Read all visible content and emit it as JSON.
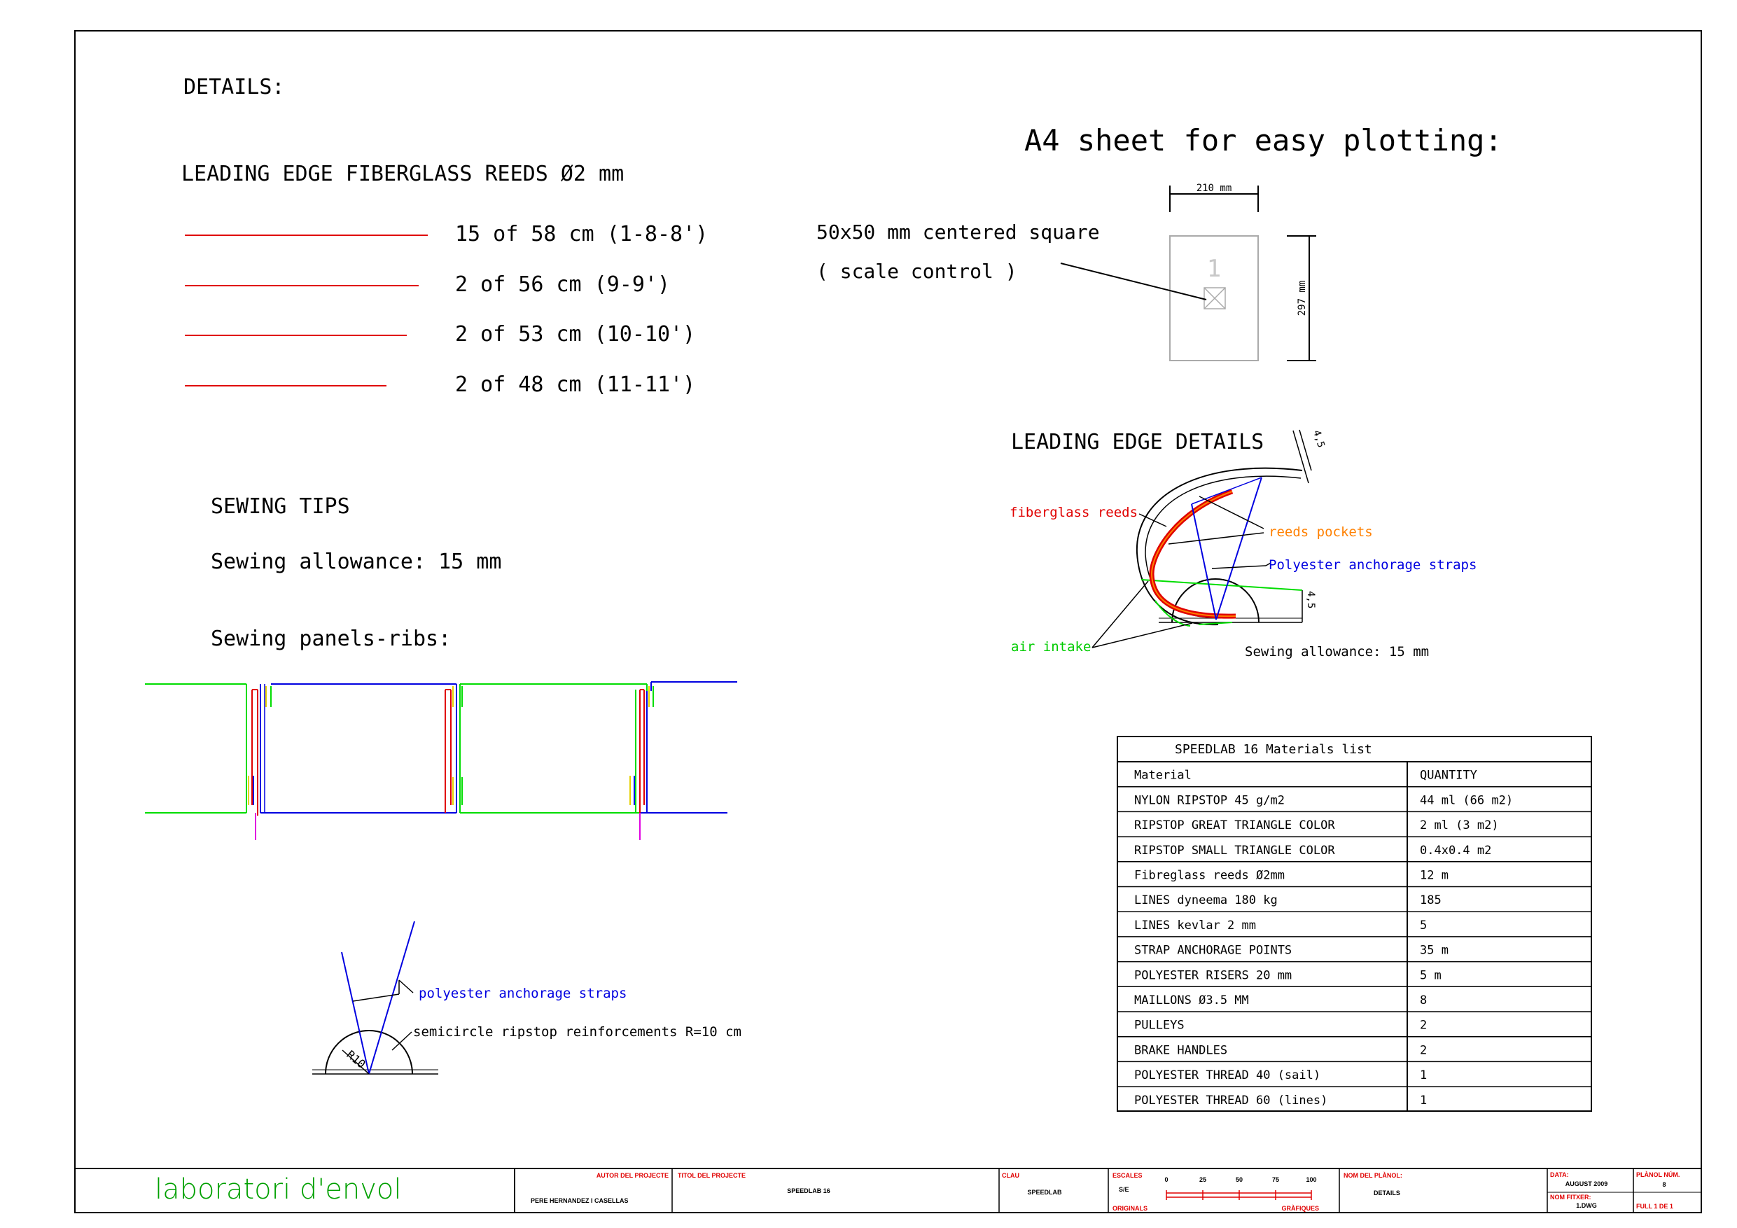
{
  "details_heading": "DETAILS:",
  "reeds": {
    "title": "LEADING EDGE FIBERGLASS REEDS Ø2 mm",
    "items": [
      {
        "label": "15 of 58 cm (1-8-8')"
      },
      {
        "label": "2 of 56 cm (9-9')"
      },
      {
        "label": "2 of 53 cm (10-10')"
      },
      {
        "label": "2 of 48 cm (11-11')"
      }
    ]
  },
  "a4": {
    "title": "A4 sheet for easy plotting:",
    "note_line1": "50x50 mm centered square",
    "note_line2": "( scale control )",
    "width_label": "210 mm",
    "height_label": "297 mm",
    "page_number": "1"
  },
  "leading_edge": {
    "title": "LEADING EDGE DETAILS",
    "dim_top": "4,5",
    "dim_side": "4,5",
    "label_fiberglass": "fiberglass reeds",
    "label_pockets": "reeds pockets",
    "label_straps": "Polyester anchorage straps",
    "label_air": "air intake",
    "label_sewing": "Sewing allowance: 15 mm"
  },
  "sewing": {
    "title": "SEWING TIPS",
    "allowance": "Sewing allowance: 15 mm",
    "panels": "Sewing panels-ribs:"
  },
  "semicircle": {
    "label_straps": "polyester anchorage straps",
    "label_reinforcement": "semicircle ripstop reinforcements R=10 cm",
    "radius_label": "R10"
  },
  "materials": {
    "title": "SPEEDLAB 16 Materials list",
    "headers": [
      "Material",
      "QUANTITY"
    ],
    "rows": [
      [
        "NYLON RIPSTOP 45 g/m2",
        "44 ml (66 m2)"
      ],
      [
        "RIPSTOP GREAT TRIANGLE COLOR",
        "2 ml (3 m2)"
      ],
      [
        "RIPSTOP SMALL TRIANGLE COLOR",
        "0.4x0.4 m2"
      ],
      [
        "Fibreglass reeds Ø2mm",
        "12 m"
      ],
      [
        "LINES dyneema 180 kg",
        "185"
      ],
      [
        "LINES kevlar 2 mm",
        "5"
      ],
      [
        "STRAP ANCHORAGE POINTS",
        "35 m"
      ],
      [
        "POLYESTER RISERS 20 mm",
        "5 m"
      ],
      [
        "MAILLONS Ø3.5 MM",
        "8"
      ],
      [
        "PULLEYS",
        "2"
      ],
      [
        "BRAKE HANDLES",
        "2"
      ],
      [
        "POLYESTER THREAD 40 (sail)",
        "1"
      ],
      [
        "POLYESTER THREAD 60 (lines)",
        "1"
      ]
    ]
  },
  "title_block": {
    "company": "laboratori d'envol",
    "autor_label": "AUTOR DEL PROJECTE",
    "autor_value": "PERE HERNANDEZ I CASELLAS",
    "titol_label": "TITOL DEL PROJECTE",
    "titol_value": "SPEEDLAB 16",
    "clau_label": "CLAU",
    "clau_value": "SPEEDLAB",
    "escales_label": "ESCALES",
    "escales_value": "S/E",
    "originals_label": "ORIGINALS",
    "grafiques_label": "GRÀFIQUES",
    "scale_ticks": [
      "0",
      "25",
      "50",
      "75",
      "100"
    ],
    "nom_planol_label": "NOM DEL PLÀNOL:",
    "nom_planol_value": "DETAILS",
    "data_label": "DATA:",
    "data_value": "AUGUST 2009",
    "fitxer_label": "NOM FITXER:",
    "fitxer_value": "1.DWG",
    "planol_num_label": "PLÀNOL NÚM.",
    "planol_num_value": "8",
    "full_value": "FULL 1 DE 1"
  },
  "colors": {
    "red": "#e00000",
    "blue": "#0000e0",
    "green": "#00dd00",
    "orange": "#ff8000",
    "magenta": "#e000e0",
    "yellow": "#e6d200",
    "company_green": "#00a000"
  }
}
